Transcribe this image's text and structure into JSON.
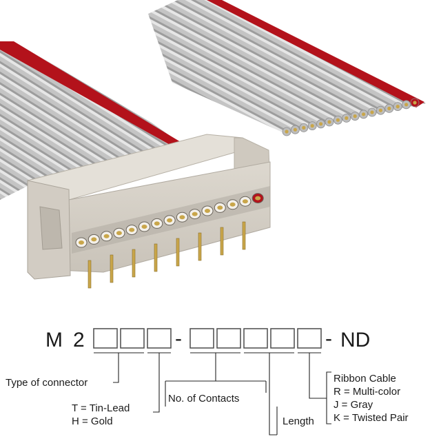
{
  "part_number": {
    "prefix_m": "M",
    "prefix_2": "2",
    "dash_1": "-",
    "dash_2": "-",
    "suffix": "ND"
  },
  "labels": {
    "type_of_connector": "Type of connector",
    "plating_t": "T = Tin-Lead",
    "plating_h": "H = Gold",
    "no_of_contacts": "No. of Contacts",
    "length": "Length",
    "ribbon_cable": "Ribbon Cable",
    "ribbon_r": "R = Multi-color",
    "ribbon_j": "J = Gray",
    "ribbon_k": "K = Twisted Pair"
  },
  "colors": {
    "cable_gray": "#c8c8c8",
    "stripe_red": "#b3121b",
    "housing": "#d7d2c9",
    "gold": "#c9a64a"
  }
}
